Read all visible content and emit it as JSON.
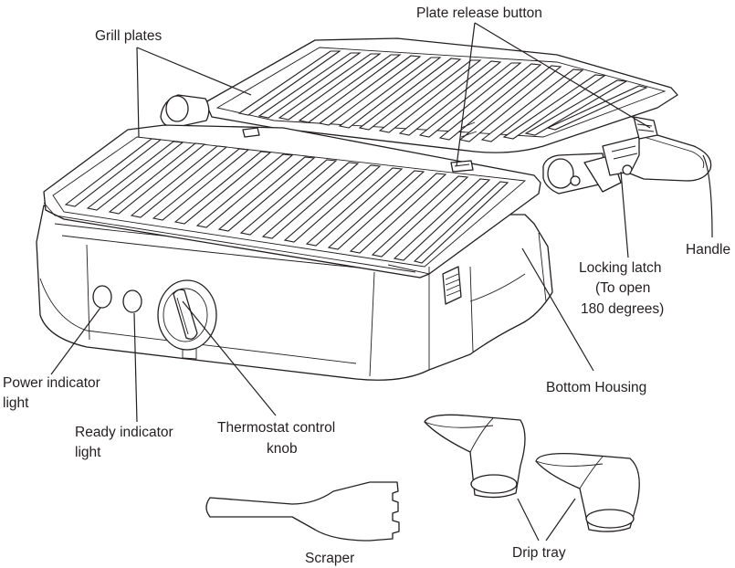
{
  "labels": {
    "plate_release_button": "Plate release button",
    "grill_plates": "Grill plates",
    "handle": "Handle",
    "locking_latch_line1": "Locking latch",
    "locking_latch_line2": "(To open",
    "locking_latch_line3": "180 degrees)",
    "bottom_housing": "Bottom Housing",
    "power_indicator_line1": "Power indicator",
    "power_indicator_line2": "light",
    "ready_indicator_line1": "Ready indicator",
    "ready_indicator_line2": "light",
    "thermostat_line1": "Thermostat control",
    "thermostat_line2": "knob",
    "scraper": "Scraper",
    "drip_tray": "Drip tray"
  },
  "colors": {
    "ink": "#231f20",
    "background": "#ffffff"
  }
}
